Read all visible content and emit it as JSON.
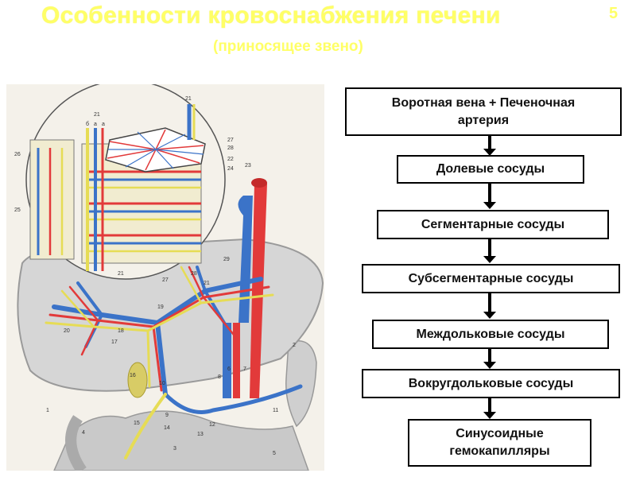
{
  "header": {
    "title": "Особенности кровоснабжения печени",
    "slide_number": "5",
    "subtitle": "(приносящее звено)"
  },
  "illustration": {
    "callouts": [
      "21",
      "б",
      "а",
      "а",
      "21",
      "27",
      "28",
      "26",
      "22",
      "24",
      "23",
      "25",
      "29",
      "21",
      "27",
      "28",
      "21",
      "19",
      "20",
      "17",
      "18",
      "16",
      "10",
      "12",
      "13",
      "14",
      "15",
      "9",
      "8",
      "6",
      "7",
      "11",
      "2",
      "1",
      "3",
      "4",
      "5"
    ]
  },
  "flowchart": {
    "steps": [
      "Воротная вена + Печеночная\n             артерия",
      "Долевые сосуды",
      "Сегментарные сосуды",
      "Субсегментарные сосуды",
      "Междольковые сосуды",
      "Вокругдольковые сосуды",
      "Синусоидные\nгемокапилляры"
    ]
  },
  "colors": {
    "title": "#ffff66",
    "portal_vein": "#2f6fc4",
    "artery": "#e03030",
    "bile_duct": "#e8e060",
    "liver": "#d9d9d9"
  }
}
